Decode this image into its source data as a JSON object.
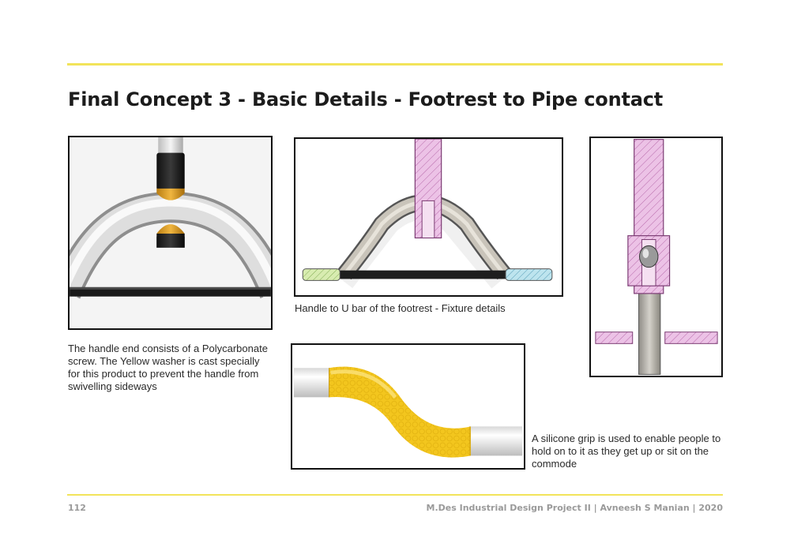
{
  "page": {
    "title": "Final Concept 3 - Basic Details - Footrest to Pipe contact",
    "footer_page_number": "112",
    "footer_credit": "M.Des Industrial Design Project II | Avneesh S Manian | 2020"
  },
  "captions": {
    "handle_end": "The handle end consists of a Polycarbonate screw. The Yellow washer is cast specially for this product to prevent the handle from swivelling sideways",
    "fixture": "Handle to U bar of the footrest - Fixture details",
    "grip": "A silicone grip is used to enable people to hold on to it as they get up or sit on the commode"
  },
  "colors": {
    "accent_rule": "#f2e45a",
    "washer_yellow": "#e3a72a",
    "grip_yellow": "#f3c61e",
    "section_pink": "#e9b8e0"
  }
}
